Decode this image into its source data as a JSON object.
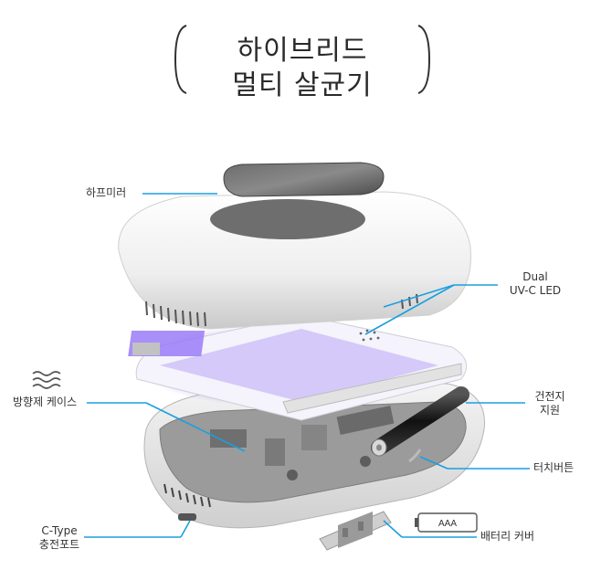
{
  "title": {
    "line1": "하이브리드",
    "line2": "멀티 살균기"
  },
  "labels": {
    "half_mirror": "하프미러",
    "dual_uvc_l1": "Dual",
    "dual_uvc_l2": "UV-C LED",
    "fragrance_case": "방향제 케이스",
    "battery_support_l1": "건전지",
    "battery_support_l2": "지원",
    "touch_button": "터치버튼",
    "ctype_l1": "C-Type",
    "ctype_l2": "충전포트",
    "battery_cover": "배터리 커버",
    "battery_icon_text": "AAA"
  },
  "colors": {
    "leader_line": "#1a9fe0",
    "uv_glow": "#8a5cf5",
    "body_white": "#f2f2f2",
    "mirror_dark": "#555555"
  },
  "icons": {
    "fragrance": "fragrance-waves-icon",
    "battery": "battery-icon"
  }
}
